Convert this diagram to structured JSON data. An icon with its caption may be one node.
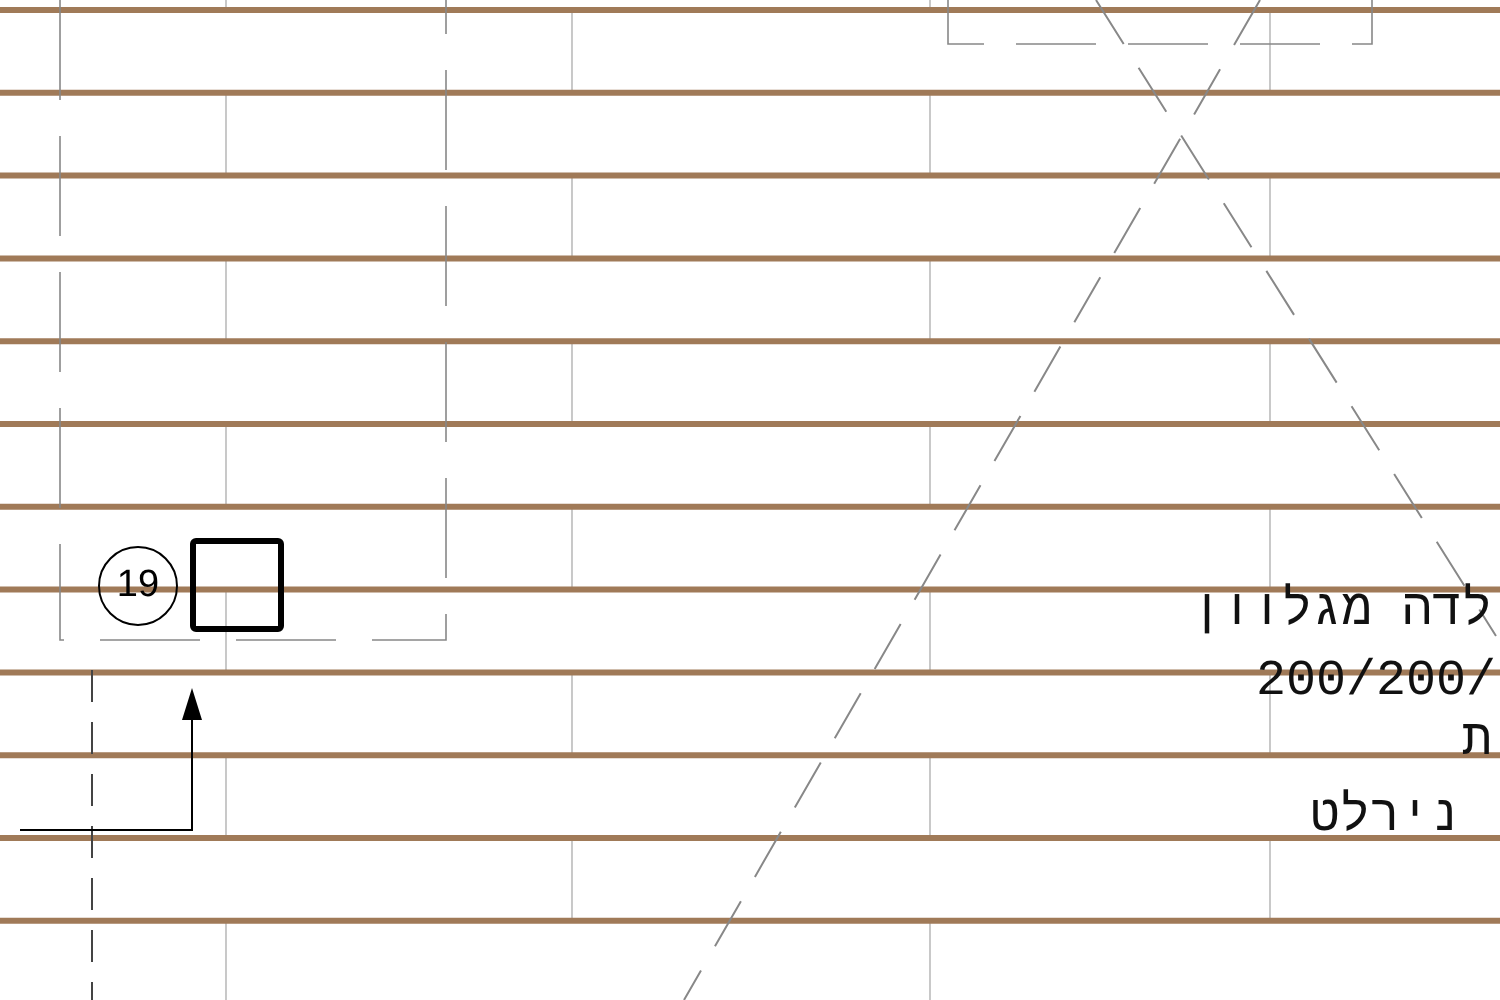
{
  "diagram": {
    "nodes": [
      {
        "text": [
          "19"
        ]
      },
      {
        "text": [],
        "shape": "box"
      }
    ],
    "labels": [
      "לדה מגלוון",
      "200/200/",
      "ת",
      "נירלט"
    ]
  }
}
